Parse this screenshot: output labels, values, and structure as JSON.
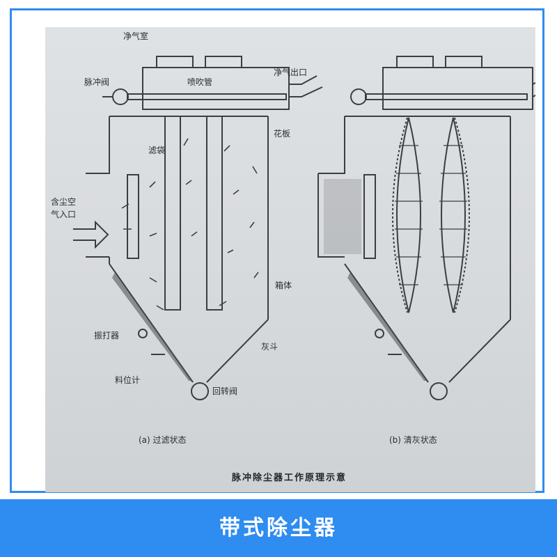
{
  "diagram": {
    "caption": "脉冲除尘器工作原理示意",
    "panels": {
      "a": {
        "label": "(a)  过滤状态"
      },
      "b": {
        "label": "(b)  清灰状态"
      }
    },
    "labels": {
      "clean_room": "净气室",
      "clean_outlet": "净气出口",
      "pulse_valve": "脉冲阀",
      "blow_pipe": "喷吹管",
      "tube_sheet": "花板",
      "filter_bag": "滤袋",
      "dusty_inlet_1": "含尘空",
      "dusty_inlet_2": "气入口",
      "housing": "箱体",
      "vibrator": "振打器",
      "hopper": "灰斗",
      "level_meter": "料位计",
      "rotary_valve": "回转阀"
    }
  },
  "banner": {
    "title": "带式除尘器",
    "color": "#2f8cf0"
  }
}
